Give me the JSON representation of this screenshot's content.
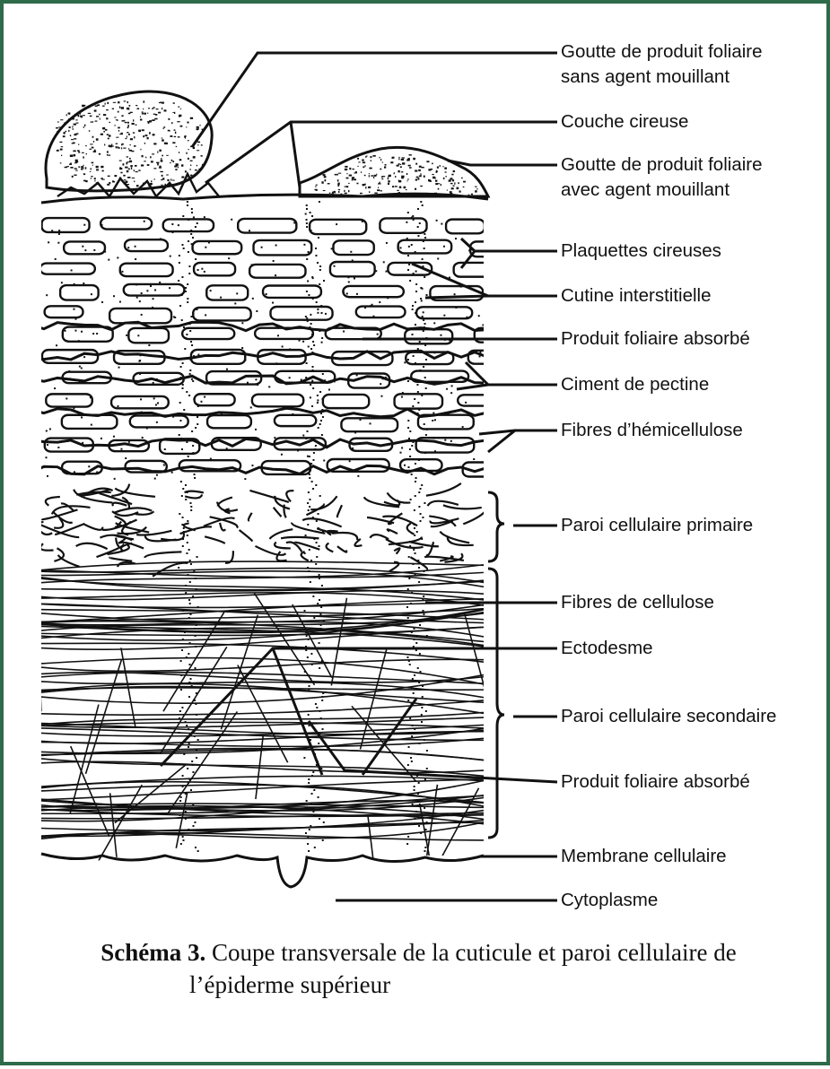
{
  "labels": [
    {
      "key": "goutte_sans",
      "lines": [
        "Goutte de produit foliaire",
        "sans agent mouillant"
      ]
    },
    {
      "key": "couche_cireuse",
      "lines": [
        "Couche cireuse"
      ]
    },
    {
      "key": "goutte_avec",
      "lines": [
        "Goutte de produit foliaire",
        "avec agent mouillant"
      ]
    },
    {
      "key": "plaquettes",
      "lines": [
        "Plaquettes cireuses"
      ]
    },
    {
      "key": "cutine",
      "lines": [
        "Cutine interstitielle"
      ]
    },
    {
      "key": "produit_abs_1",
      "lines": [
        "Produit foliaire absorbé"
      ]
    },
    {
      "key": "ciment",
      "lines": [
        "Ciment de pectine"
      ]
    },
    {
      "key": "fibres_hemi",
      "lines": [
        "Fibres d’hémicellulose"
      ]
    },
    {
      "key": "paroi_primaire",
      "lines": [
        "Paroi cellulaire primaire"
      ]
    },
    {
      "key": "fibres_cellulose",
      "lines": [
        "Fibres de cellulose"
      ]
    },
    {
      "key": "ectodesme",
      "lines": [
        "Ectodesme"
      ]
    },
    {
      "key": "paroi_secondaire",
      "lines": [
        "Paroi cellulaire secondaire"
      ]
    },
    {
      "key": "produit_abs_2",
      "lines": [
        "Produit foliaire absorbé"
      ]
    },
    {
      "key": "membrane",
      "lines": [
        "Membrane cellulaire"
      ]
    },
    {
      "key": "cytoplasme",
      "lines": [
        "Cytoplasme"
      ]
    }
  ],
  "caption": {
    "bold": "Schéma 3.",
    "line1": " Coupe transversale de la cuticule et paroi cellulaire de",
    "line2": "l’épiderme supérieur"
  },
  "colors": {
    "frame": "#2e6b4a",
    "ink": "#111111"
  }
}
